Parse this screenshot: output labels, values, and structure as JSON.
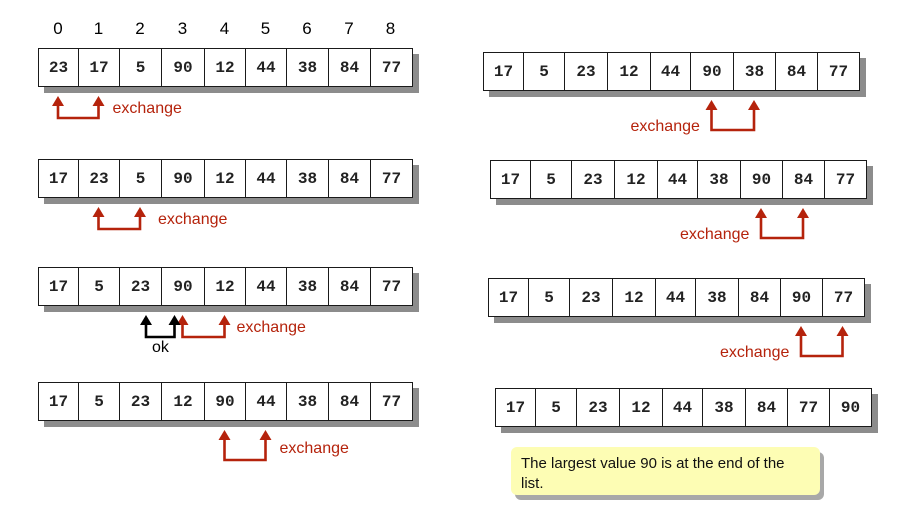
{
  "indices": [
    "0",
    "1",
    "2",
    "3",
    "4",
    "5",
    "6",
    "7",
    "8"
  ],
  "steps": [
    {
      "cells": [
        "23",
        "17",
        "5",
        "90",
        "12",
        "44",
        "38",
        "84",
        "77"
      ],
      "label": "exchange"
    },
    {
      "cells": [
        "17",
        "23",
        "5",
        "90",
        "12",
        "44",
        "38",
        "84",
        "77"
      ],
      "label": "exchange"
    },
    {
      "cells": [
        "17",
        "5",
        "23",
        "90",
        "12",
        "44",
        "38",
        "84",
        "77"
      ],
      "label": "exchange",
      "ok_label": "ok"
    },
    {
      "cells": [
        "17",
        "5",
        "23",
        "12",
        "90",
        "44",
        "38",
        "84",
        "77"
      ],
      "label": "exchange"
    },
    {
      "cells": [
        "17",
        "5",
        "23",
        "12",
        "44",
        "90",
        "38",
        "84",
        "77"
      ],
      "label": "exchange"
    },
    {
      "cells": [
        "17",
        "5",
        "23",
        "12",
        "44",
        "38",
        "90",
        "84",
        "77"
      ],
      "label": "exchange"
    },
    {
      "cells": [
        "17",
        "5",
        "23",
        "12",
        "44",
        "38",
        "84",
        "90",
        "77"
      ],
      "label": "exchange"
    },
    {
      "cells": [
        "17",
        "5",
        "23",
        "12",
        "44",
        "38",
        "84",
        "77",
        "90"
      ]
    }
  ],
  "note": "The largest value 90 is at the end of the list.",
  "colors": {
    "exchange": "#b5230c",
    "ok": "#000000",
    "note_bg": "#fdfdb4"
  }
}
